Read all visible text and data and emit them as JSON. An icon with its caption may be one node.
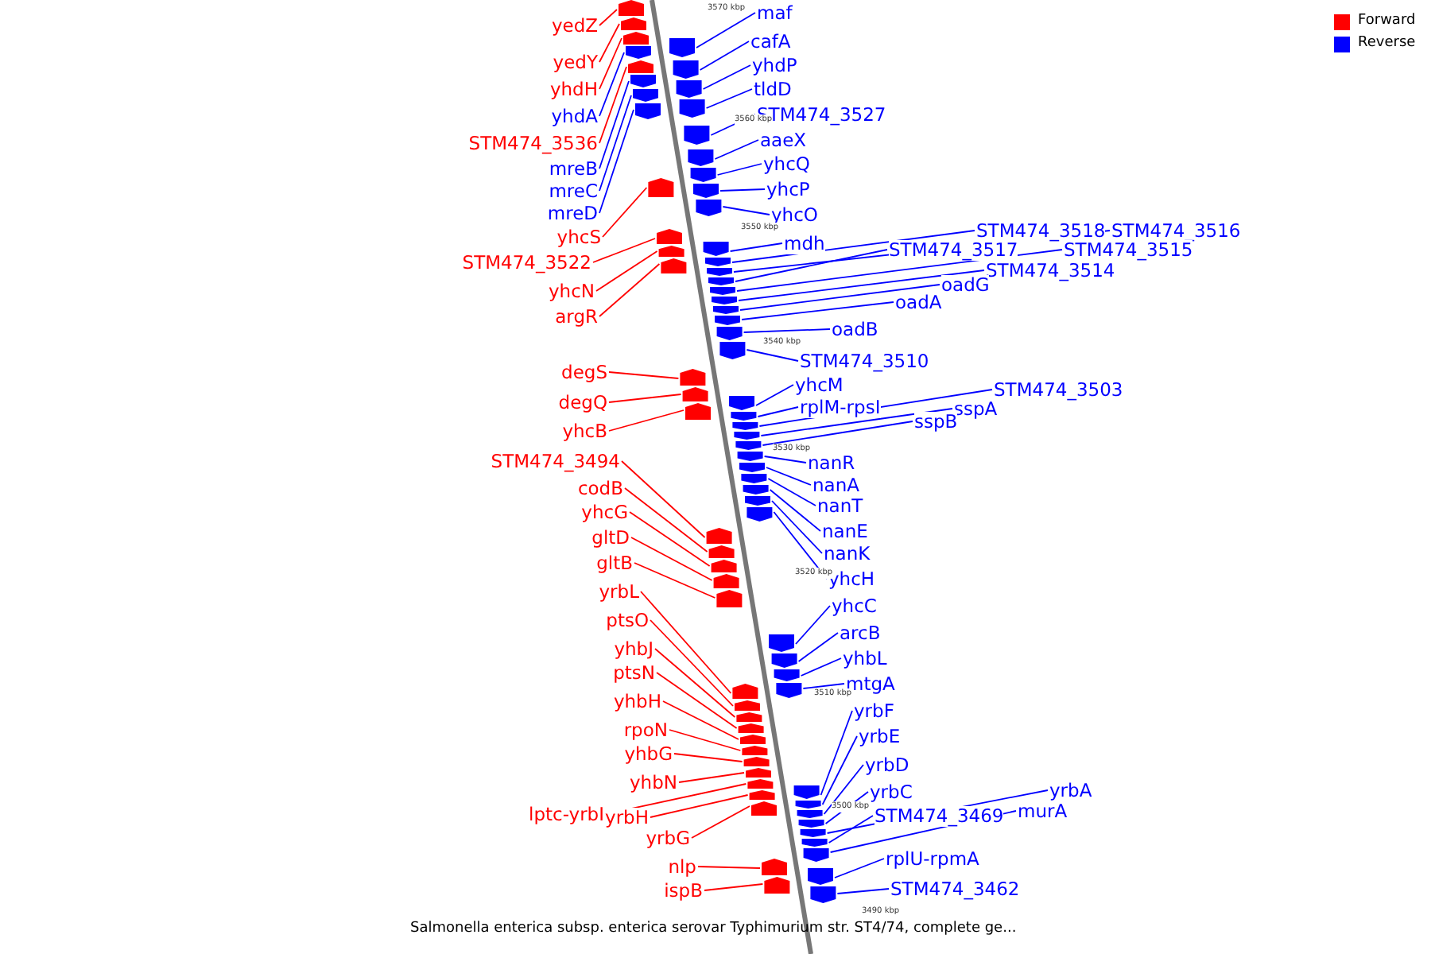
{
  "diagram": {
    "caption": "Salmonella enterica subsp. enterica serovar Typhimurium str. ST4/74, complete ge...",
    "nodes": [
      {
        "text": [
          "yedZ"
        ]
      },
      {
        "text": [
          "yedY"
        ]
      },
      {
        "text": [
          "yhdH"
        ]
      },
      {
        "text": [
          "yhdA"
        ]
      },
      {
        "text": [
          "STM474_3536"
        ]
      },
      {
        "text": [
          "mreB"
        ]
      },
      {
        "text": [
          "mreC"
        ]
      },
      {
        "text": [
          "mreD"
        ]
      },
      {
        "text": [
          "yhcS"
        ]
      },
      {
        "text": [
          "STM474_3522"
        ]
      },
      {
        "text": [
          "yhcN"
        ]
      },
      {
        "text": [
          "argR"
        ]
      },
      {
        "text": [
          "degS"
        ]
      },
      {
        "text": [
          "degQ"
        ]
      },
      {
        "text": [
          "yhcB"
        ]
      },
      {
        "text": [
          "STM474_3494"
        ]
      },
      {
        "text": [
          "codB"
        ]
      },
      {
        "text": [
          "yhcG"
        ]
      },
      {
        "text": [
          "gltD"
        ]
      },
      {
        "text": [
          "gltB"
        ]
      },
      {
        "text": [
          "yrbL"
        ]
      },
      {
        "text": [
          "ptsO"
        ]
      },
      {
        "text": [
          "yhbJ"
        ]
      },
      {
        "text": [
          "ptsN"
        ]
      },
      {
        "text": [
          "yhbH"
        ]
      },
      {
        "text": [
          "rpoN"
        ]
      },
      {
        "text": [
          "yhbG"
        ]
      },
      {
        "text": [
          "yhbN"
        ]
      },
      {
        "text": [
          "lptc-yrbI"
        ]
      },
      {
        "text": [
          "yrbH"
        ]
      },
      {
        "text": [
          "yrbG"
        ]
      },
      {
        "text": [
          "nlp"
        ]
      },
      {
        "text": [
          "ispB"
        ]
      },
      {
        "text": [
          "maf"
        ]
      },
      {
        "text": [
          "cafA"
        ]
      },
      {
        "text": [
          "yhdP"
        ]
      },
      {
        "text": [
          "tldD"
        ]
      },
      {
        "text": [
          "STM474_3527"
        ]
      },
      {
        "text": [
          "aaeX"
        ]
      },
      {
        "text": [
          "yhcQ"
        ]
      },
      {
        "text": [
          "yhcP"
        ]
      },
      {
        "text": [
          "yhcO"
        ]
      },
      {
        "text": [
          "mdh"
        ]
      },
      {
        "text": [
          "STM474_3518"
        ]
      },
      {
        "text": [
          "STM474_3516"
        ]
      },
      {
        "text": [
          "STM474_3517"
        ]
      },
      {
        "text": [
          "STM474_3515"
        ]
      },
      {
        "text": [
          "STM474_3514"
        ]
      },
      {
        "text": [
          "oadG"
        ]
      },
      {
        "text": [
          "oadA"
        ]
      },
      {
        "text": [
          "oadB"
        ]
      },
      {
        "text": [
          "STM474_3510"
        ]
      },
      {
        "text": [
          "yhcM"
        ]
      },
      {
        "text": [
          "rplM-rpsI"
        ]
      },
      {
        "text": [
          "STM474_3503"
        ]
      },
      {
        "text": [
          "sspA"
        ]
      },
      {
        "text": [
          "sspB"
        ]
      },
      {
        "text": [
          "nanR"
        ]
      },
      {
        "text": [
          "nanA"
        ]
      },
      {
        "text": [
          "nanT"
        ]
      },
      {
        "text": [
          "nanE"
        ]
      },
      {
        "text": [
          "nanK"
        ]
      },
      {
        "text": [
          "yhcH"
        ]
      },
      {
        "text": [
          "yhcC"
        ]
      },
      {
        "text": [
          "arcB"
        ]
      },
      {
        "text": [
          "yhbL"
        ]
      },
      {
        "text": [
          "mtgA"
        ]
      },
      {
        "text": [
          "yrbF"
        ]
      },
      {
        "text": [
          "yrbE"
        ]
      },
      {
        "text": [
          "yrbD"
        ]
      },
      {
        "text": [
          "yrbC"
        ]
      },
      {
        "text": [
          "yrbA"
        ]
      },
      {
        "text": [
          "STM474_3469"
        ]
      },
      {
        "text": [
          "murA"
        ]
      },
      {
        "text": [
          "rplU-rpmA"
        ]
      },
      {
        "text": [
          "STM474_3462"
        ]
      },
      {
        "text": [],
        "shape": "arrow"
      },
      {
        "text": [],
        "shape": "arrow"
      },
      {
        "text": [],
        "shape": "arrow"
      },
      {
        "text": [],
        "shape": "arrow"
      },
      {
        "text": [],
        "shape": "arrow"
      },
      {
        "text": [],
        "shape": "arrow"
      },
      {
        "text": [],
        "shape": "arrow"
      },
      {
        "text": [],
        "shape": "arrow"
      },
      {
        "text": [],
        "shape": "arrow"
      },
      {
        "text": [],
        "shape": "arrow"
      },
      {
        "text": [],
        "shape": "arrow"
      },
      {
        "text": [],
        "shape": "arrow"
      },
      {
        "text": [],
        "shape": "arrow"
      },
      {
        "text": [],
        "shape": "arrow"
      },
      {
        "text": [],
        "shape": "arrow"
      },
      {
        "text": [],
        "shape": "arrow"
      },
      {
        "text": [],
        "shape": "arrow"
      },
      {
        "text": [],
        "shape": "arrow"
      },
      {
        "text": [],
        "shape": "arrow"
      },
      {
        "text": [],
        "shape": "arrow"
      },
      {
        "text": [],
        "shape": "arrow"
      },
      {
        "text": [],
        "shape": "arrow"
      },
      {
        "text": [],
        "shape": "arrow"
      },
      {
        "text": [],
        "shape": "arrow"
      },
      {
        "text": [],
        "shape": "arrow"
      },
      {
        "text": [],
        "shape": "arrow"
      },
      {
        "text": [],
        "shape": "arrow"
      },
      {
        "text": [],
        "shape": "arrow"
      },
      {
        "text": [],
        "shape": "arrow"
      },
      {
        "text": [],
        "shape": "arrow"
      },
      {
        "text": [],
        "shape": "arrow"
      },
      {
        "text": [],
        "shape": "arrow"
      },
      {
        "text": [],
        "shape": "arrow"
      },
      {
        "text": [],
        "shape": "arrow"
      },
      {
        "text": [],
        "shape": "arrow"
      },
      {
        "text": [],
        "shape": "arrow"
      },
      {
        "text": [],
        "shape": "arrow"
      },
      {
        "text": [],
        "shape": "arrow"
      },
      {
        "text": [],
        "shape": "arrow"
      },
      {
        "text": [],
        "shape": "arrow"
      },
      {
        "text": [],
        "shape": "arrow"
      },
      {
        "text": [],
        "shape": "arrow"
      },
      {
        "text": [],
        "shape": "arrow"
      },
      {
        "text": [],
        "shape": "arrow"
      },
      {
        "text": [],
        "shape": "arrow"
      },
      {
        "text": [],
        "shape": "arrow"
      },
      {
        "text": [],
        "shape": "arrow"
      },
      {
        "text": [],
        "shape": "arrow"
      },
      {
        "text": [],
        "shape": "arrow"
      },
      {
        "text": [],
        "shape": "arrow"
      },
      {
        "text": [],
        "shape": "arrow"
      },
      {
        "text": [],
        "shape": "arrow"
      },
      {
        "text": [],
        "shape": "arrow"
      },
      {
        "text": [],
        "shape": "arrow"
      },
      {
        "text": [],
        "shape": "arrow"
      },
      {
        "text": [],
        "shape": "arrow"
      },
      {
        "text": [],
        "shape": "arrow"
      },
      {
        "text": [],
        "shape": "arrow"
      },
      {
        "text": [],
        "shape": "arrow"
      },
      {
        "text": [],
        "shape": "arrow"
      },
      {
        "text": [],
        "shape": "arrow"
      },
      {
        "text": [],
        "shape": "arrow"
      },
      {
        "text": [],
        "shape": "arrow"
      },
      {
        "text": [],
        "shape": "arrow"
      },
      {
        "text": [],
        "shape": "arrow"
      },
      {
        "text": [],
        "shape": "arrow"
      },
      {
        "text": [],
        "shape": "arrow"
      },
      {
        "text": [],
        "shape": "arrow"
      },
      {
        "text": [],
        "shape": "arrow"
      },
      {
        "text": [],
        "shape": "arrow"
      },
      {
        "text": [],
        "shape": "arrow"
      },
      {
        "text": [],
        "shape": "arrow"
      },
      {
        "text": [],
        "shape": "arrow"
      },
      {
        "text": [],
        "shape": "arrow"
      },
      {
        "text": [],
        "shape": "arrow"
      },
      {
        "text": [],
        "shape": "arrow"
      }
    ],
    "edges": [
      {
        "from": 0,
        "to": 76,
        "arrow": "none",
        "color": "#ff0000"
      },
      {
        "from": 1,
        "to": 77,
        "arrow": "none",
        "color": "#ff0000"
      },
      {
        "from": 2,
        "to": 78,
        "arrow": "none",
        "color": "#ff0000"
      },
      {
        "from": 3,
        "to": 79,
        "arrow": "none"
      },
      {
        "from": 4,
        "to": 80,
        "arrow": "none",
        "color": "#ff0000"
      },
      {
        "from": 5,
        "to": 81,
        "arrow": "none"
      },
      {
        "from": 6,
        "to": 82,
        "arrow": "none"
      },
      {
        "from": 7,
        "to": 83,
        "arrow": "none"
      },
      {
        "from": 8,
        "to": 84,
        "arrow": "none",
        "color": "#ff0000"
      },
      {
        "from": 9,
        "to": 85,
        "arrow": "none",
        "color": "#ff0000"
      },
      {
        "from": 10,
        "to": 86,
        "arrow": "none",
        "color": "#ff0000"
      },
      {
        "from": 11,
        "to": 87,
        "arrow": "none",
        "color": "#ff0000"
      },
      {
        "from": 12,
        "to": 88,
        "arrow": "none",
        "color": "#ff0000"
      },
      {
        "from": 13,
        "to": 89,
        "arrow": "none",
        "color": "#ff0000"
      },
      {
        "from": 14,
        "to": 90,
        "arrow": "none",
        "color": "#ff0000"
      },
      {
        "from": 15,
        "to": 91,
        "arrow": "none",
        "color": "#ff0000"
      },
      {
        "from": 16,
        "to": 92,
        "arrow": "none",
        "color": "#ff0000"
      },
      {
        "from": 17,
        "to": 93,
        "arrow": "none",
        "color": "#ff0000"
      },
      {
        "from": 18,
        "to": 94,
        "arrow": "none",
        "color": "#ff0000"
      },
      {
        "from": 19,
        "to": 95,
        "arrow": "none",
        "color": "#ff0000"
      },
      {
        "from": 20,
        "to": 96,
        "arrow": "none",
        "color": "#ff0000"
      },
      {
        "from": 21,
        "to": 97,
        "arrow": "none",
        "color": "#ff0000"
      },
      {
        "from": 22,
        "to": 98,
        "arrow": "none",
        "color": "#ff0000"
      },
      {
        "from": 23,
        "to": 99,
        "arrow": "none",
        "color": "#ff0000"
      },
      {
        "from": 24,
        "to": 100,
        "arrow": "none",
        "color": "#ff0000"
      },
      {
        "from": 25,
        "to": 101,
        "arrow": "none",
        "color": "#ff0000"
      },
      {
        "from": 26,
        "to": 102,
        "arrow": "none",
        "color": "#ff0000"
      },
      {
        "from": 27,
        "to": 103,
        "arrow": "none",
        "color": "#ff0000"
      },
      {
        "from": 28,
        "to": 104,
        "arrow": "none",
        "color": "#ff0000"
      },
      {
        "from": 29,
        "to": 105,
        "arrow": "none",
        "color": "#ff0000"
      },
      {
        "from": 30,
        "to": 106,
        "arrow": "none",
        "color": "#ff0000"
      },
      {
        "from": 31,
        "to": 107,
        "arrow": "none",
        "color": "#ff0000"
      },
      {
        "from": 32,
        "to": 108,
        "arrow": "none",
        "color": "#ff0000"
      },
      {
        "from": 33,
        "to": 109,
        "arrow": "none"
      },
      {
        "from": 34,
        "to": 110,
        "arrow": "none"
      },
      {
        "from": 35,
        "to": 111,
        "arrow": "none"
      },
      {
        "from": 36,
        "to": 112,
        "arrow": "none"
      },
      {
        "from": 37,
        "to": 113,
        "arrow": "none"
      },
      {
        "from": 38,
        "to": 114,
        "arrow": "none"
      },
      {
        "from": 39,
        "to": 115,
        "arrow": "none"
      },
      {
        "from": 40,
        "to": 116,
        "arrow": "none"
      },
      {
        "from": 41,
        "to": 117,
        "arrow": "none"
      },
      {
        "from": 42,
        "to": 118,
        "arrow": "none"
      },
      {
        "from": 43,
        "to": 119,
        "arrow": "none"
      },
      {
        "from": 44,
        "to": 120,
        "arrow": "none"
      },
      {
        "from": 45,
        "to": 121,
        "arrow": "none"
      },
      {
        "from": 46,
        "to": 122,
        "arrow": "none"
      },
      {
        "from": 47,
        "to": 123,
        "arrow": "none"
      },
      {
        "from": 48,
        "to": 124,
        "arrow": "none"
      },
      {
        "from": 49,
        "to": 125,
        "arrow": "none"
      },
      {
        "from": 50,
        "to": 126,
        "arrow": "none"
      },
      {
        "from": 51,
        "to": 127,
        "arrow": "none"
      },
      {
        "from": 52,
        "to": 128,
        "arrow": "none"
      },
      {
        "from": 53,
        "to": 129,
        "arrow": "none"
      },
      {
        "from": 54,
        "to": 130,
        "arrow": "none"
      },
      {
        "from": 55,
        "to": 131,
        "arrow": "none"
      },
      {
        "from": 56,
        "to": 132,
        "arrow": "none"
      },
      {
        "from": 57,
        "to": 133,
        "arrow": "none"
      },
      {
        "from": 58,
        "to": 134,
        "arrow": "none"
      },
      {
        "from": 59,
        "to": 135,
        "arrow": "none"
      },
      {
        "from": 60,
        "to": 136,
        "arrow": "none"
      },
      {
        "from": 61,
        "to": 137,
        "arrow": "none"
      },
      {
        "from": 62,
        "to": 138,
        "arrow": "none"
      },
      {
        "from": 63,
        "to": 139,
        "arrow": "none"
      },
      {
        "from": 64,
        "to": 140,
        "arrow": "none"
      },
      {
        "from": 65,
        "to": 141,
        "arrow": "none"
      },
      {
        "from": 66,
        "to": 142,
        "arrow": "none"
      },
      {
        "from": 67,
        "to": 143,
        "arrow": "none"
      },
      {
        "from": 68,
        "to": 144,
        "arrow": "none"
      },
      {
        "from": 69,
        "to": 145,
        "arrow": "none"
      },
      {
        "from": 70,
        "to": 146,
        "arrow": "none"
      },
      {
        "from": 71,
        "to": 147,
        "arrow": "none"
      },
      {
        "from": 72,
        "to": 148,
        "arrow": "none"
      },
      {
        "from": 73,
        "to": 149,
        "arrow": "none"
      },
      {
        "from": 74,
        "to": 150,
        "arrow": "none"
      },
      {
        "from": 75,
        "to": 151,
        "arrow": "none"
      }
    ],
    "labels": [
      "3570 kbp",
      "3560 kbp",
      "3550 kbp",
      "3540 kbp",
      "3530 kbp",
      "3520 kbp",
      "3510 kbp",
      "3500 kbp",
      "3490 kbp"
    ],
    "legend": [
      {
        "text": "Forward",
        "color": "#ff0000"
      },
      {
        "text": "Reverse",
        "color": "#0000ff"
      }
    ]
  }
}
